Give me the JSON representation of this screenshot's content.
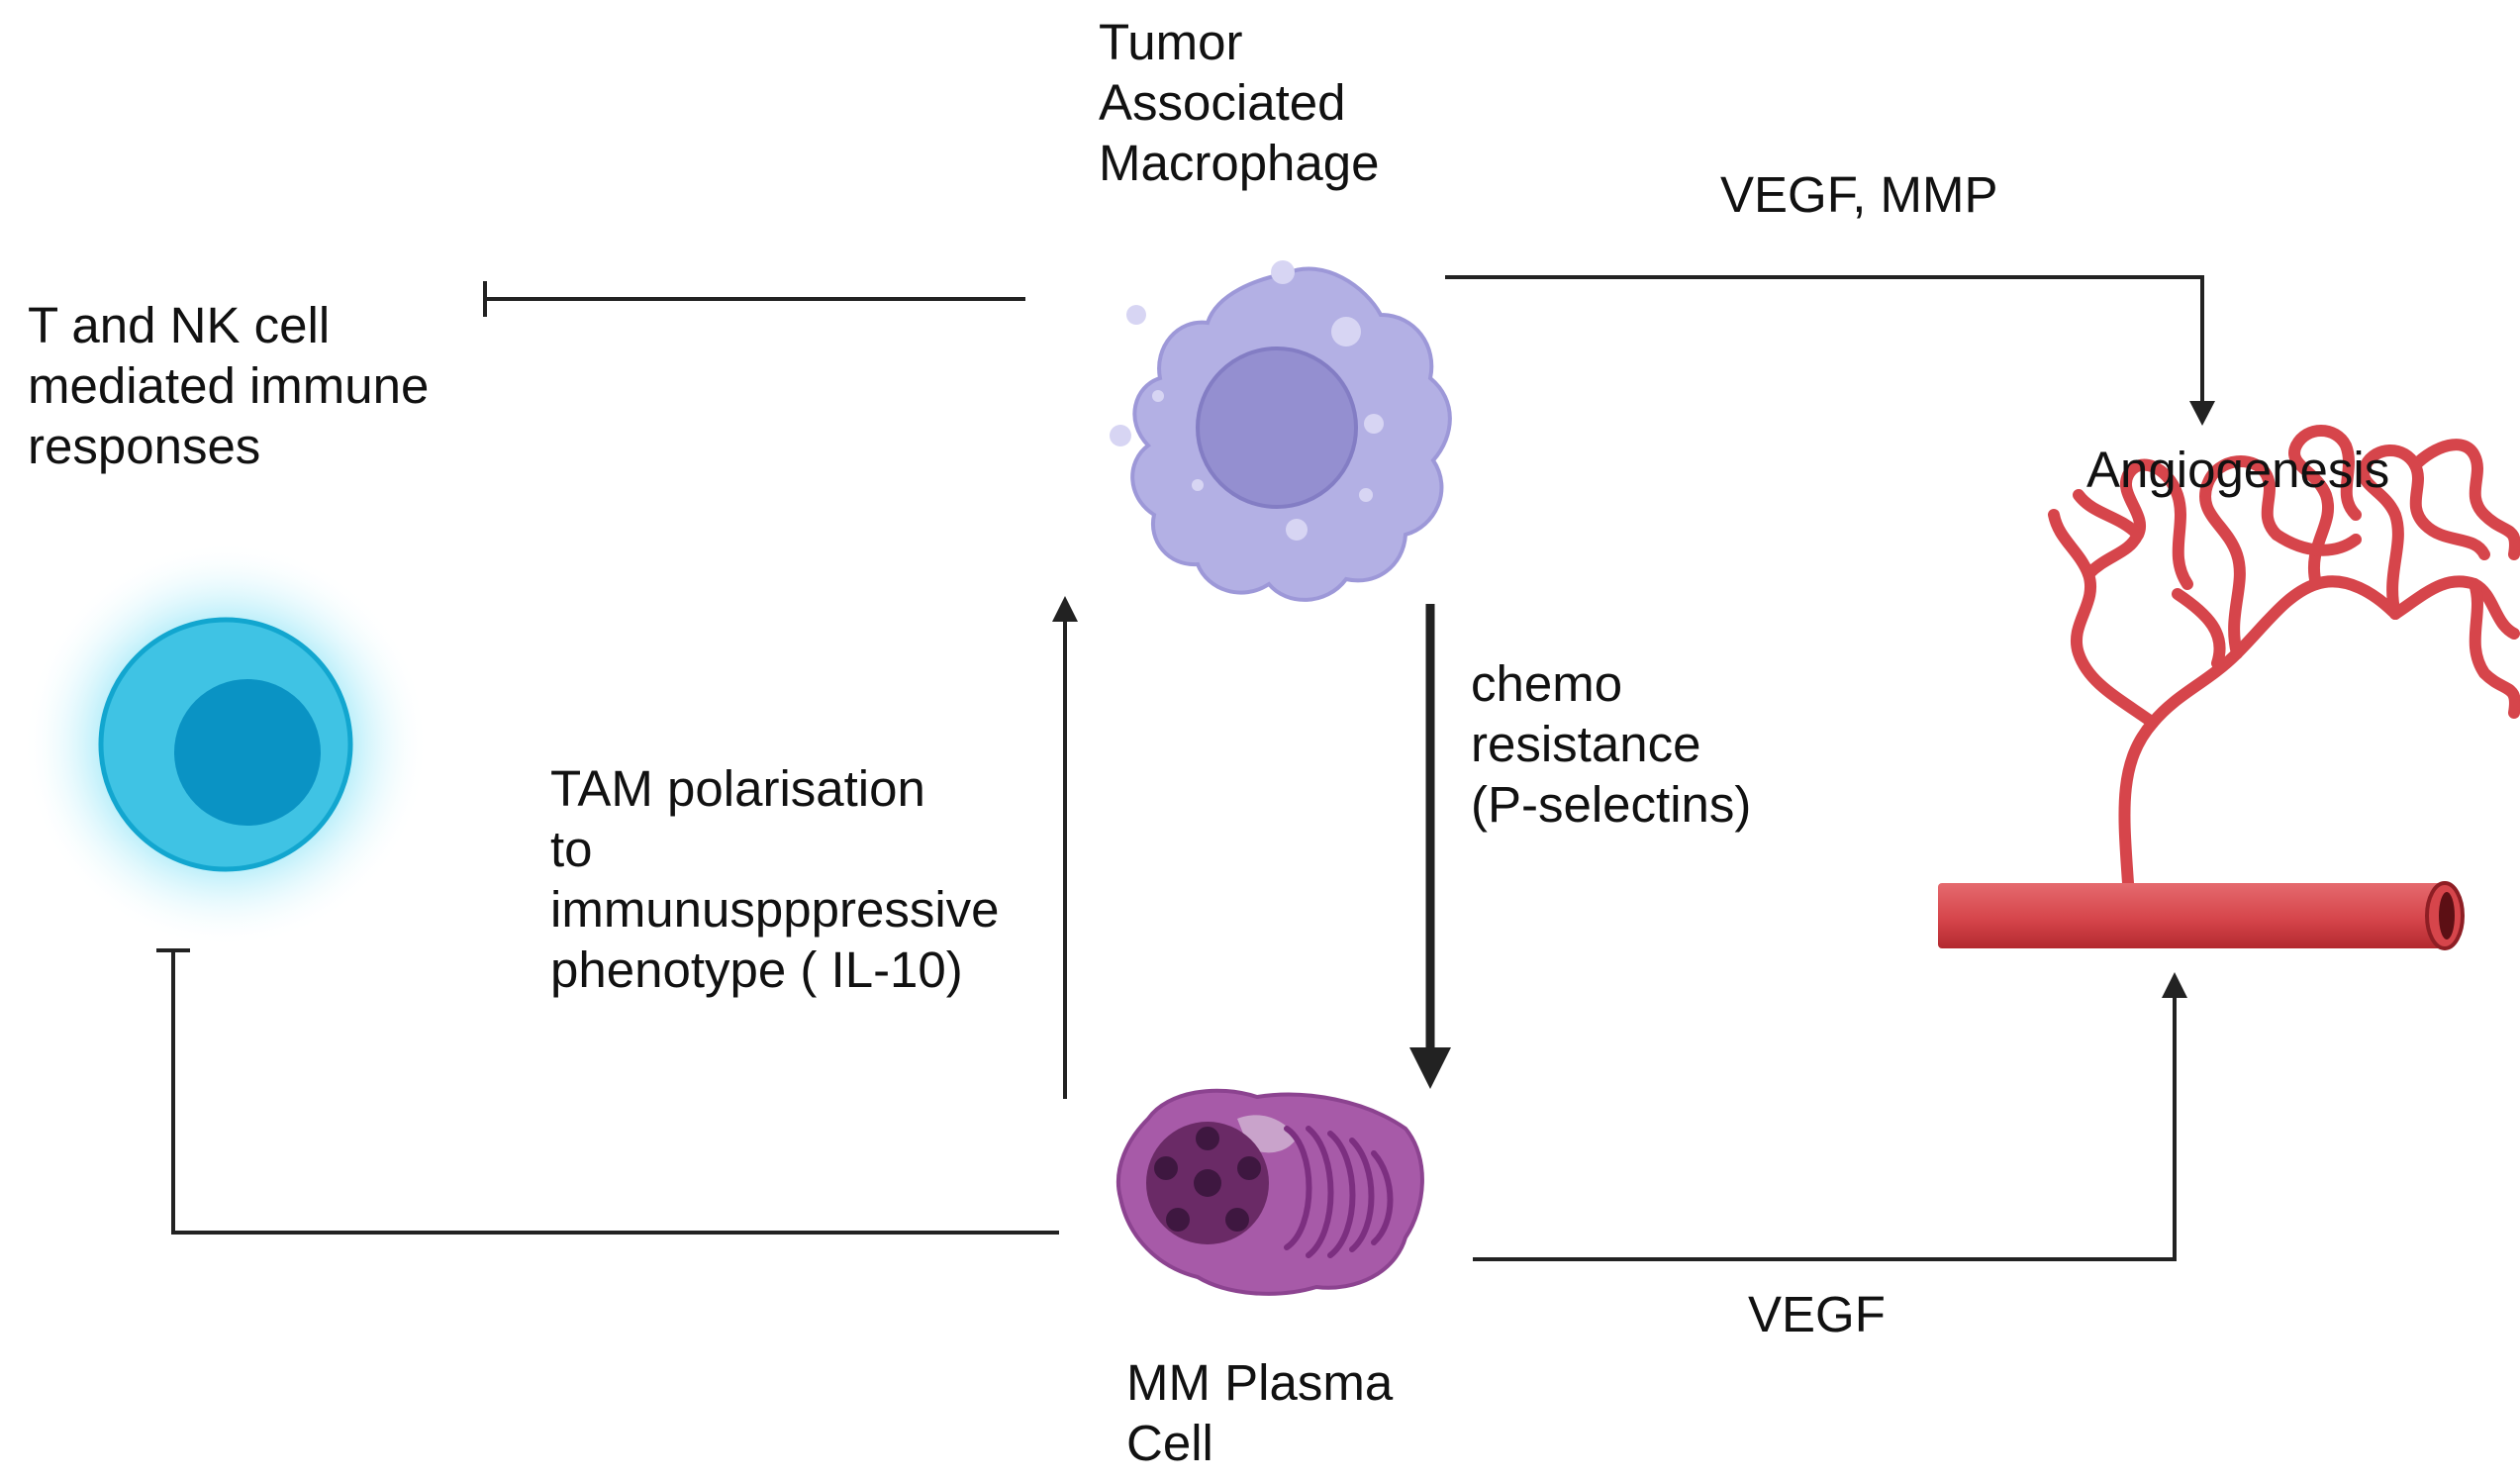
{
  "nodes": {
    "tam": {
      "label": "Tumor\nAssociated\nMacrophage"
    },
    "t_nk": {
      "label": "T and NK cell\nmediated immune\nresponses"
    },
    "angiogenesis": {
      "label": "Angiogenesis"
    },
    "plasma_cell": {
      "label": "MM Plasma\nCell"
    }
  },
  "edges": {
    "tam_to_angiogenesis": {
      "label": "VEGF, MMP"
    },
    "tam_to_plasma": {
      "label": "chemo\nresistance\n(P-selectins)"
    },
    "plasma_to_tam": {
      "label": "TAM polarisation\nto\nimmunuspppressive\nphenotype ( IL-10)"
    },
    "plasma_to_angiogenesis": {
      "label": "VEGF"
    },
    "tam_inhibits_t_nk": {
      "label": ""
    },
    "plasma_inhibits_t_nk": {
      "label": ""
    }
  },
  "colors": {
    "macrophage_body": "#b3b0e4",
    "macrophage_nucleus": "#948fd0",
    "tcell_body": "#3fc3e4",
    "tcell_nucleus": "#0a93c4",
    "tcell_glow": "#9ee8f8",
    "plasma_body": "#a75aa8",
    "plasma_nucleus": "#6a2a66",
    "vessel": "#d6454b",
    "vessel_dark": "#a9272d",
    "line": "#222222"
  }
}
